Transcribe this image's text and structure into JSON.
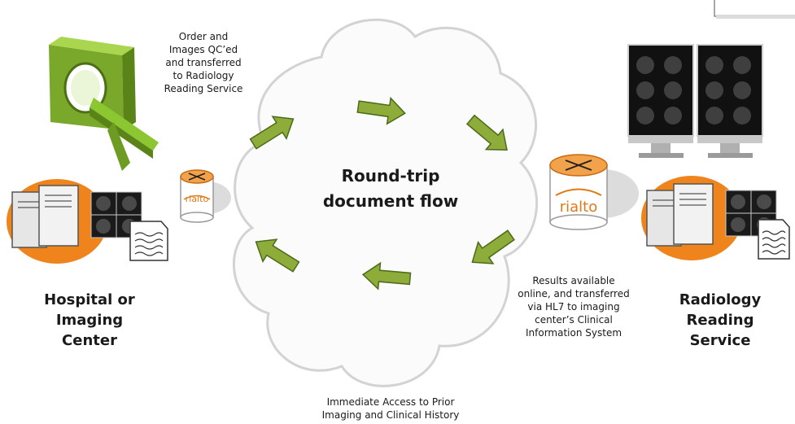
{
  "title": "Round-trip\ndocument flow",
  "left_site": {
    "label": "Hospital or\nImaging\nCenter"
  },
  "right_site": {
    "label": "Radiology\nReading\nService"
  },
  "captions": {
    "order": "Order and\nImages QC’ed\nand transferred\nto Radiology\nReading Service",
    "results": "Results available\nonline, and transferred\nvia HL7 to imaging\ncenter’s Clinical\nInformation System",
    "access": "Immediate Access to Prior\nImaging and Clinical History"
  },
  "router_label": "rialto",
  "colors": {
    "arrow_fill": "#8dac39",
    "arrow_stroke": "#4b6a1a",
    "server_orange": "#f0841c",
    "router_orange": "#f2a24a",
    "scanner_green": "#8cc631",
    "cloud": "#d3d3d3"
  }
}
